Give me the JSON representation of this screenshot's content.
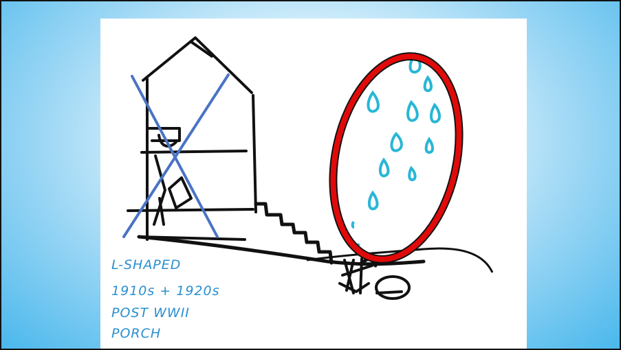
{
  "sketch": {
    "notes": [
      "L-SHAPED",
      "1910s + 1920s",
      "POST WWII",
      "PORCH"
    ],
    "colors": {
      "ink": "#111111",
      "cross_out": "#4a73c4",
      "highlight_ring": "#e10a0a",
      "raindrops": "#29b6d6",
      "note_ink": "#2a8fd0",
      "background_center": "#ffffff",
      "background_edge": "#49b7ec"
    },
    "icons": [
      "house-sketch",
      "x-cross-out",
      "red-oval",
      "raindrop",
      "tree-stump"
    ]
  }
}
